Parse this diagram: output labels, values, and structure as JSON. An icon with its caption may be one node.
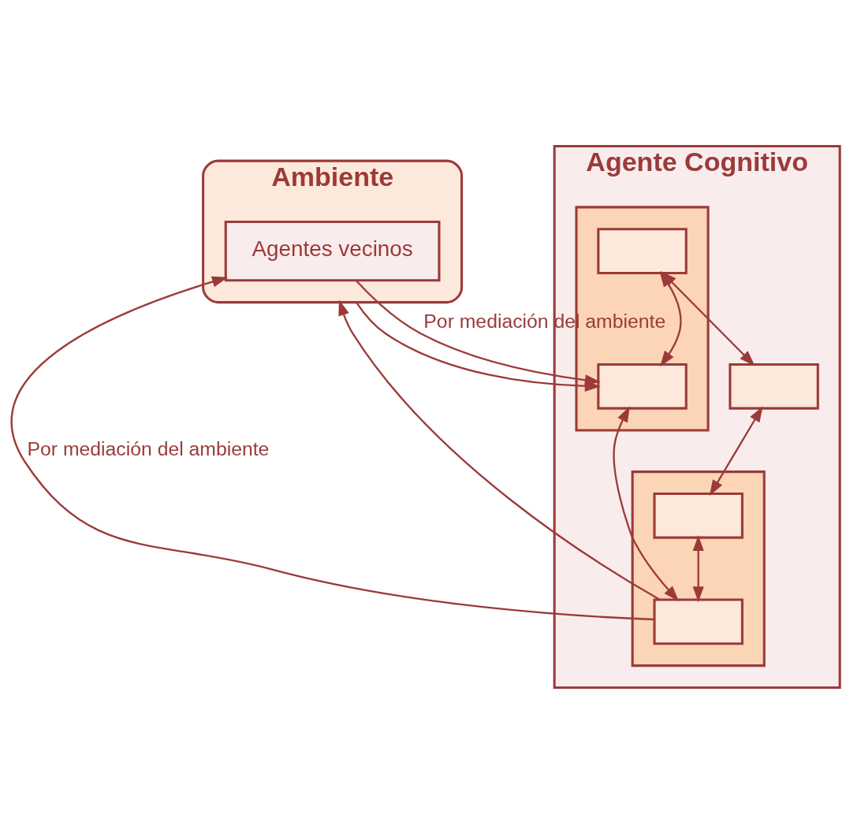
{
  "diagram": {
    "nodes": [
      {
        "text": [
          "Ambiente"
        ]
      },
      {
        "text": [
          "Agentes vecinos"
        ],
        "in": 0
      },
      {
        "text": [
          "Agente Cognitivo"
        ]
      },
      {
        "text": [],
        "shape": "box",
        "in": 2
      },
      {
        "text": [],
        "shape": "box",
        "in": 3
      },
      {
        "text": [],
        "shape": "box",
        "in": 3
      },
      {
        "text": [],
        "shape": "box",
        "in": 2
      },
      {
        "text": [],
        "shape": "box",
        "in": 2
      },
      {
        "text": [],
        "shape": "box",
        "in": 7
      },
      {
        "text": [],
        "shape": "box",
        "in": 7
      }
    ],
    "edges": [
      {
        "from": 4,
        "to": 6,
        "arrow": "both"
      },
      {
        "from": 6,
        "to": 8,
        "arrow": "both"
      },
      {
        "from": 4,
        "to": 5,
        "arrow": "both"
      },
      {
        "from": 8,
        "to": 9,
        "arrow": "both"
      },
      {
        "from": 5,
        "to": 9,
        "arrow": "both"
      },
      {
        "from": 1,
        "to": 5,
        "arrow": "to",
        "label": "Por mediación del ambiente"
      },
      {
        "from": 0,
        "to": 5,
        "arrow": "to"
      },
      {
        "from": 9,
        "to": 1,
        "arrow": "to",
        "label": "Por mediación del ambiente"
      },
      {
        "from": 9,
        "to": 0,
        "arrow": "to"
      }
    ]
  }
}
